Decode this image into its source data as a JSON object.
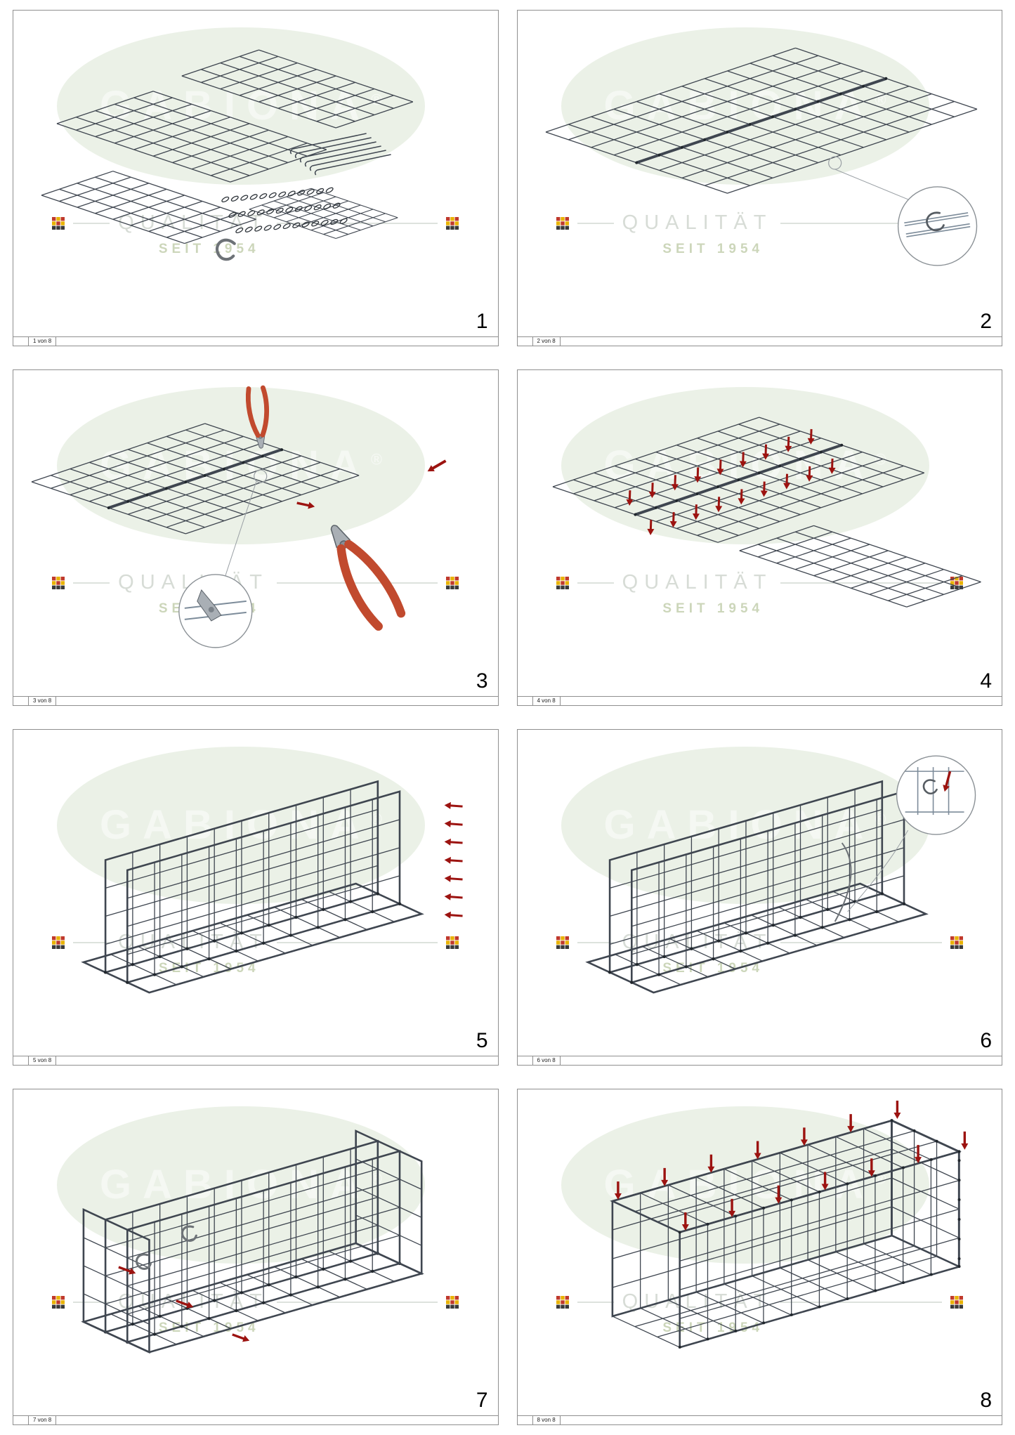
{
  "watermark": {
    "brand": "GABIONA",
    "reg": "®",
    "qualitaet": "QUALITÄT",
    "seit": "SEIT 1954"
  },
  "colors": {
    "mesh": "#3f4650",
    "arrow": "#9c1310",
    "plier_handle": "#c14a2e",
    "watermark_bg": "#ebf1e7",
    "watermark_text": "#d7dcd6",
    "seit_text": "#ccd6ba",
    "logo": [
      "#c0392b",
      "#e9b200",
      "#3a3a3a"
    ]
  },
  "steps": [
    {
      "number": "1",
      "page": "1 von 8"
    },
    {
      "number": "2",
      "page": "2 von 8"
    },
    {
      "number": "3",
      "page": "3 von 8"
    },
    {
      "number": "4",
      "page": "4 von 8"
    },
    {
      "number": "5",
      "page": "5 von 8"
    },
    {
      "number": "6",
      "page": "6 von 8"
    },
    {
      "number": "7",
      "page": "7 von 8"
    },
    {
      "number": "8",
      "page": "8 von 8"
    }
  ]
}
